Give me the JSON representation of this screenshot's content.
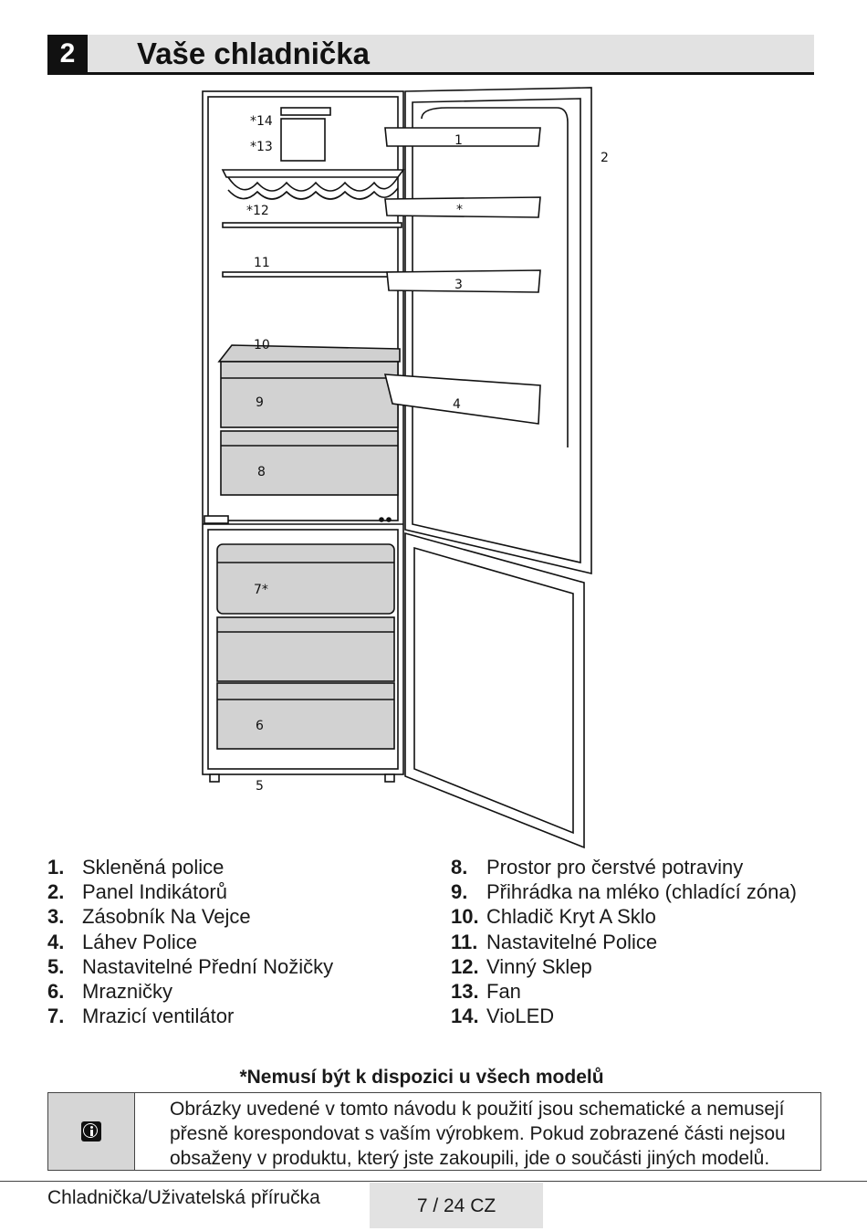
{
  "header": {
    "number": "2",
    "title": "Vaše chladnička"
  },
  "diagram": {
    "callouts": [
      "*14",
      "*13",
      "*12",
      "11",
      "10",
      "9",
      "8",
      "7*",
      "6",
      "5",
      "1",
      "2",
      "*",
      "3",
      "4"
    ]
  },
  "legend": {
    "left": [
      {
        "num": "1.",
        "label": "Skleněná police"
      },
      {
        "num": "2.",
        "label": "Panel Indikátorů"
      },
      {
        "num": "3.",
        "label": "Zásobník Na Vejce"
      },
      {
        "num": "4.",
        "label": "Láhev Police"
      },
      {
        "num": "5.",
        "label": "Nastavitelné Přední Nožičky"
      },
      {
        "num": "6.",
        "label": "Mrazničky"
      },
      {
        "num": "7.",
        "label": "Mrazicí ventilátor"
      }
    ],
    "right": [
      {
        "num": "8.",
        "label": "Prostor pro čerstvé potraviny"
      },
      {
        "num": "9.",
        "label": "Přihrádka  na mléko (chladící zóna)"
      },
      {
        "num": "10.",
        "label": "Chladič Kryt A Sklo"
      },
      {
        "num": "11.",
        "label": "Nastavitelné Police"
      },
      {
        "num": "12.",
        "label": "Vinný Sklep"
      },
      {
        "num": "13.",
        "label": "Fan"
      },
      {
        "num": "14.",
        "label": "VioLED"
      }
    ]
  },
  "footnote": "*Nemusí být k dispozici u všech modelů",
  "info": {
    "icon": "info-icon",
    "lines": [
      "Obrázky uvedené v tomto návodu k použití jsou schematické a nemusejí",
      "přesně korespondovat s vaším výrobkem. Pokud zobrazené části nejsou",
      "obsaženy v produktu, který jste zakoupili, jde o součásti jiných modelů."
    ]
  },
  "footer": {
    "title": "Chladnička/Uživatelská příručka",
    "page": "7 / 24 CZ"
  }
}
